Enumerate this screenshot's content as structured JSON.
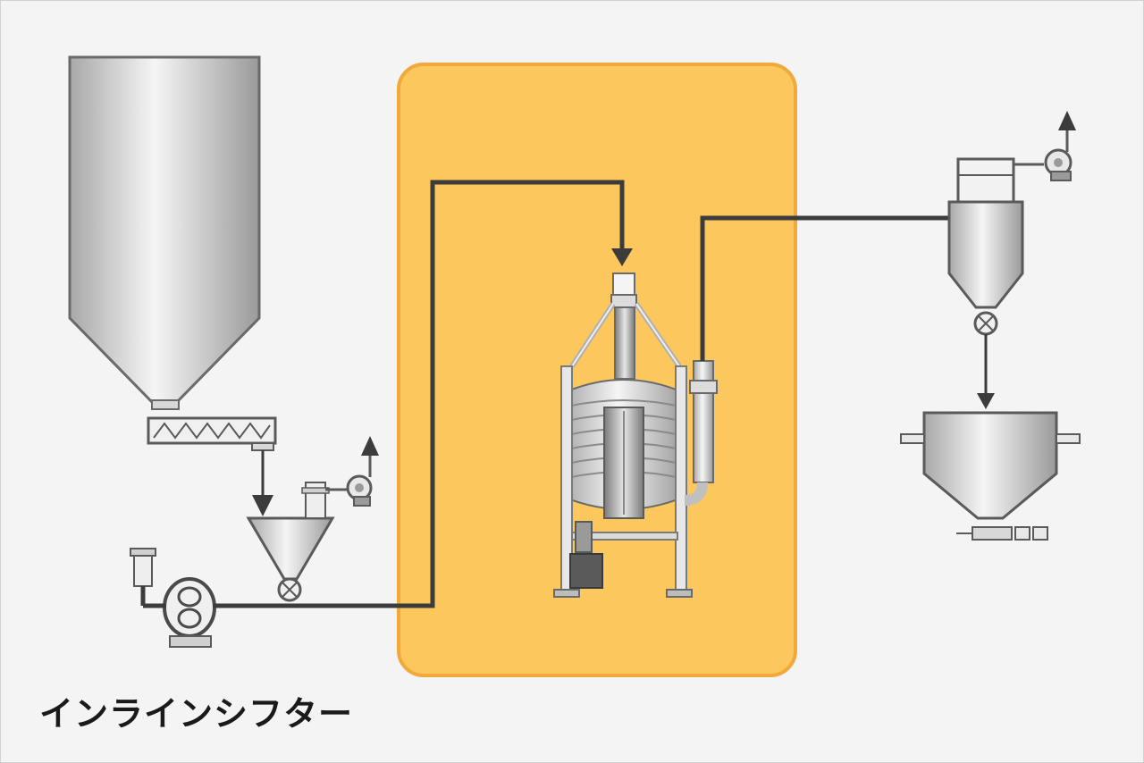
{
  "caption": "インラインシフター",
  "colors": {
    "highlight_fill": "#fcc85e",
    "highlight_border": "#f2a93b",
    "pipe": "#3c3c3c",
    "equipment_light": "#f2f2f2",
    "equipment_dark": "#9a9a9a",
    "background": "#f4f4f4"
  },
  "icons": [
    "silo",
    "screw-conveyor",
    "feed-hopper",
    "blower",
    "rotary-valve",
    "pump",
    "inline-sifter",
    "cyclone-separator",
    "receiving-hopper",
    "exhaust-arrow"
  ]
}
